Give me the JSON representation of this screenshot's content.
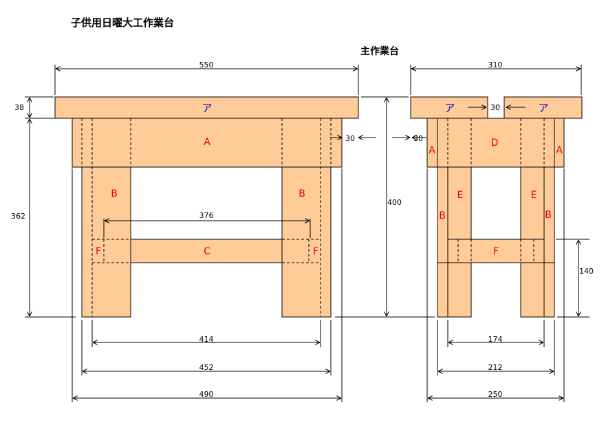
{
  "title": "子供用日曜大工作業台",
  "subtitle": "主作業台",
  "colors": {
    "wood": "#ffcc99",
    "outline": "#000000",
    "label": "#e00000",
    "label_top": "#0000cc"
  },
  "front": {
    "labels": {
      "top": "ア",
      "apron": "A",
      "leg_left": "B",
      "leg_right": "B",
      "stretcher": "C",
      "tenon_left": "F",
      "tenon_right": "F"
    },
    "dims": {
      "width_top": "550",
      "thickness_top": "38",
      "height_below_top": "362",
      "apron_overhang": "30",
      "stretcher_span": "376",
      "legs_inner": "414",
      "legs_outer": "452",
      "apron_width": "490"
    }
  },
  "side": {
    "labels": {
      "top_left": "ア",
      "top_right": "ア",
      "apron_left": "A",
      "apron_center": "D",
      "apron_right": "A",
      "leg_left": "B",
      "leg_right": "B",
      "inner_left": "E",
      "inner_right": "E",
      "stretcher": "F"
    },
    "dims": {
      "width_top": "310",
      "gap": "30",
      "apron_overhang": "30",
      "total_height": "400",
      "stretcher_height": "140",
      "inner": "174",
      "legs": "212",
      "apron_width": "250"
    }
  }
}
